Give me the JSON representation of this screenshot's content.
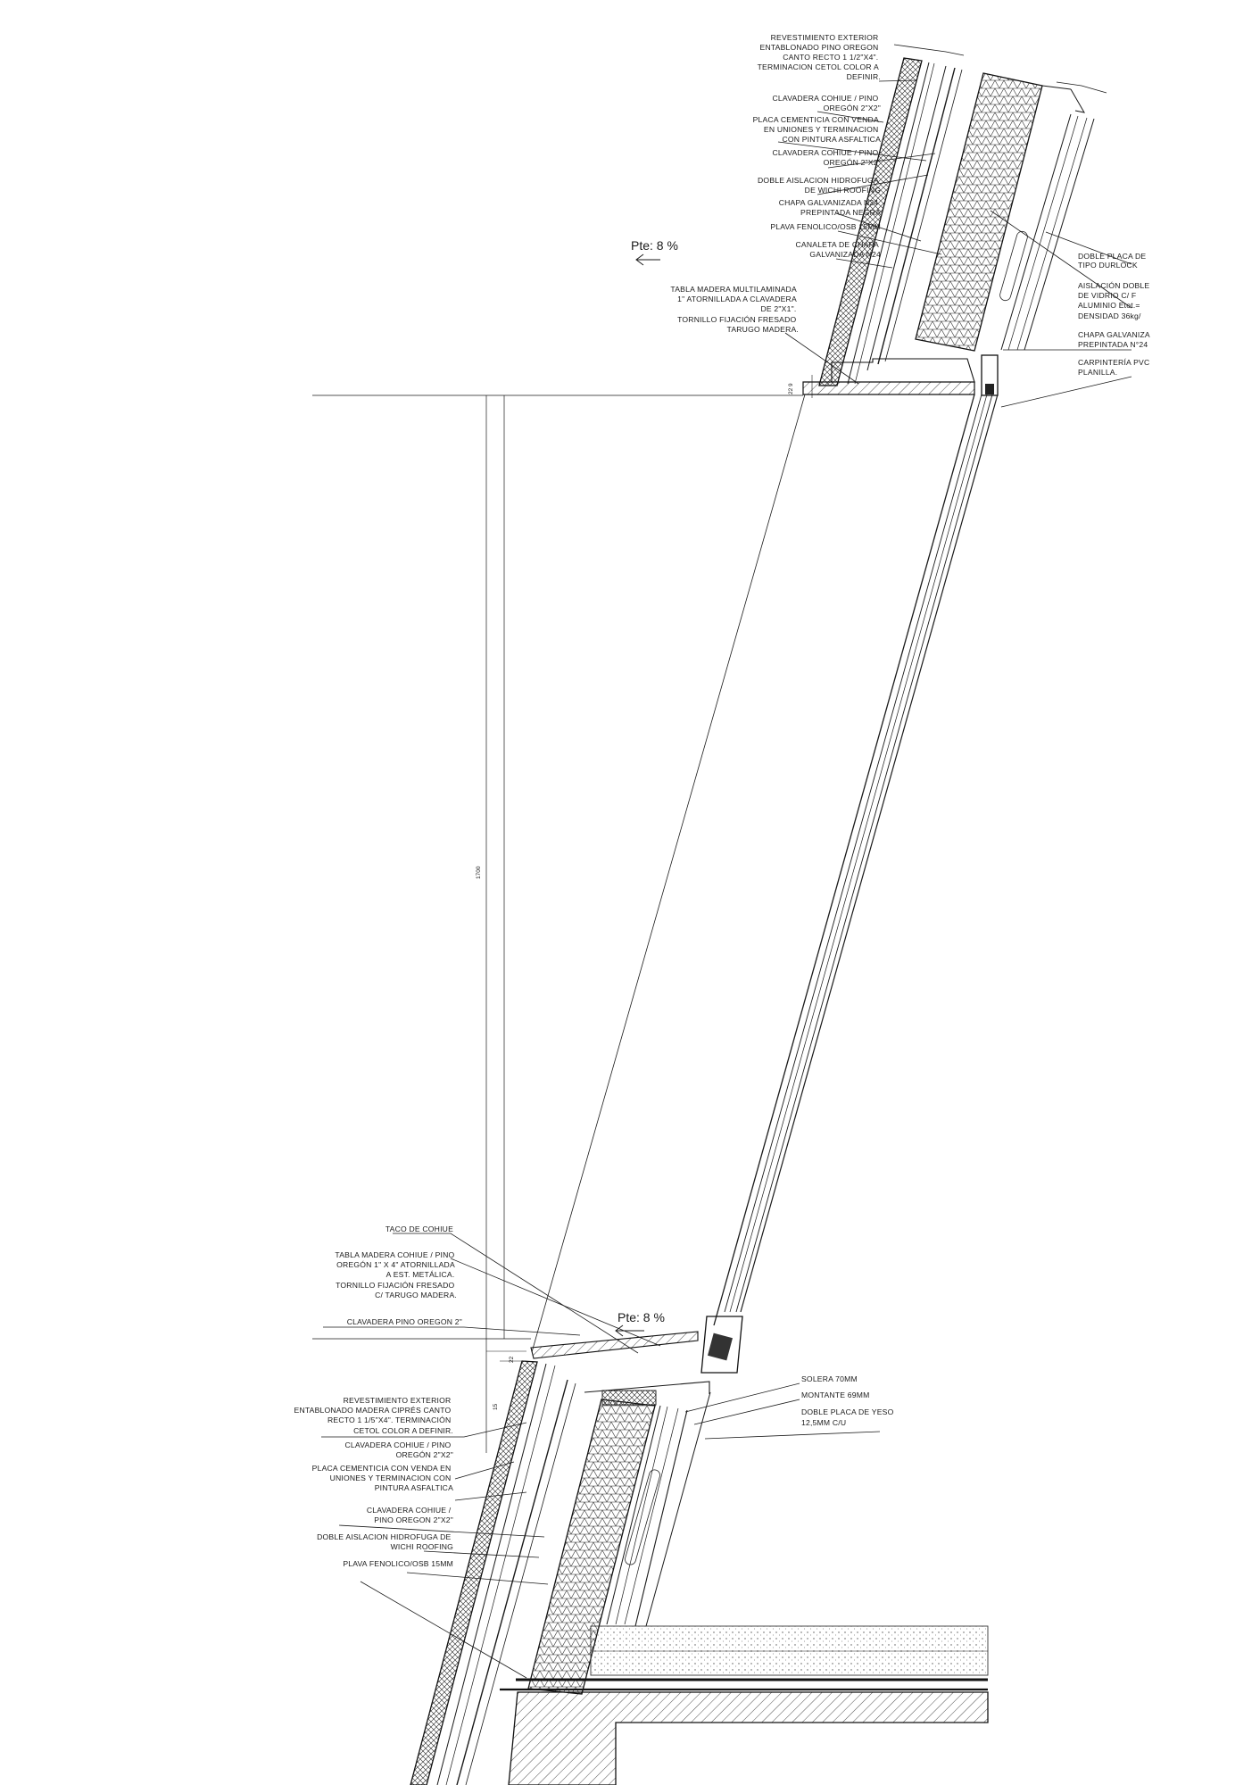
{
  "top_notes": [
    {
      "id": "revestimiento-top",
      "lines": [
        "REVESTIMIENTO EXTERIOR",
        "ENTABLONADO PINO OREGON",
        "CANTO RECTO 1 1/2\"X4\".",
        "TERMINACION CETOL COLOR A",
        "DEFINIR."
      ]
    },
    {
      "id": "clavadera-top-1",
      "lines": [
        "CLAVADERA COHIUE / PINO",
        "OREGÓN 2\"X2\""
      ]
    },
    {
      "id": "placa-cementicia-top",
      "lines": [
        "PLACA CEMENTICIA CON VENDA",
        "EN UNIONES Y TERMINACION",
        "CON PINTURA ASFALTICA"
      ]
    },
    {
      "id": "clavadera-top-2",
      "lines": [
        "CLAVADERA COHIUE / PINO",
        "OREGÓN 2\"X2\""
      ]
    },
    {
      "id": "aislacion-top",
      "lines": [
        "DOBLE AISLACION HIDROFUGA",
        "DE WICHI ROOFING"
      ]
    },
    {
      "id": "chapa-top",
      "lines": [
        "CHAPA GALVANIZADA N24",
        "PREPINTADA NEGRA"
      ]
    },
    {
      "id": "plava-top",
      "lines": [
        "PLAVA FENOLICO/OSB 15MM"
      ]
    },
    {
      "id": "canaleta-top",
      "lines": [
        "CANALETA DE CHAPA",
        "GALVANIZADA N24"
      ]
    },
    {
      "id": "tabla-top",
      "lines": [
        "TABLA MADERA MULTILAMINADA",
        "1\" ATORNILLADA A CLAVADERA",
        "DE 2\"X1\".",
        "TORNILLO FIJACIÓN FRESADO",
        "TARUGO MADERA."
      ]
    }
  ],
  "right_notes": [
    {
      "id": "doble-placa-right",
      "lines": [
        "DOBLE PLACA DE",
        "TIPO DURLOCK"
      ]
    },
    {
      "id": "aislacion-lana-right",
      "lines": [
        "AISLACIÓN DOBLE",
        "DE VIDRIO C/ F",
        "ALUMINIO Etot.=",
        "DENSIDAD 36kg/"
      ]
    },
    {
      "id": "chapa-right",
      "lines": [
        "CHAPA GALVANIZA",
        "PREPINTADA N°24"
      ]
    },
    {
      "id": "carpinteria-right",
      "lines": [
        "CARPINTERÍA PVC",
        "PLANILLA."
      ]
    }
  ],
  "bottom_notes": [
    {
      "id": "taco-cohiue",
      "lines": [
        "TACO DE COHIUE"
      ]
    },
    {
      "id": "tabla-bottom",
      "lines": [
        "TABLA MADERA COHIUE / PINO",
        "OREGÓN 1\" X 4\" ATORNILLADA",
        "A EST. METÁLICA.",
        "TORNILLO FIJACIÓN FRESADO",
        "C/ TARUGO MADERA."
      ]
    },
    {
      "id": "clavadera-pino-bottom",
      "lines": [
        "CLAVADERA PINO OREGON 2\""
      ]
    },
    {
      "id": "revestimiento-bottom",
      "lines": [
        "REVESTIMIENTO EXTERIOR",
        "ENTABLONADO MADERA CIPRÉS CANTO",
        "RECTO 1 1/5\"X4\". TERMINACIÓN",
        "CETOL COLOR A DEFINIR."
      ]
    },
    {
      "id": "clavadera-bottom-1",
      "lines": [
        "CLAVADERA COHIUE / PINO",
        "OREGÓN 2\"X2\""
      ]
    },
    {
      "id": "placa-cementicia-bottom",
      "lines": [
        "PLACA CEMENTICIA CON VENDA EN",
        "UNIONES Y TERMINACION CON",
        "PINTURA ASFALTICA"
      ]
    },
    {
      "id": "clavadera-bottom-2",
      "lines": [
        "CLAVADERA COHIUE /",
        "PINO OREGON 2\"X2\""
      ]
    },
    {
      "id": "aislacion-bottom",
      "lines": [
        "DOBLE AISLACION HIDROFUGA DE",
        "WICHI ROOFING"
      ]
    },
    {
      "id": "plava-bottom",
      "lines": [
        "PLAVA FENOLICO/OSB 15MM"
      ]
    }
  ],
  "inner_notes": [
    {
      "id": "solera",
      "lines": [
        "SOLERA 70MM"
      ]
    },
    {
      "id": "montante",
      "lines": [
        "MONTANTE 69MM"
      ]
    },
    {
      "id": "doble-placa-yeso",
      "lines": [
        "DOBLE PLACA DE YESO",
        "12,5MM C/U"
      ]
    }
  ],
  "slope_labels": {
    "top": "Pte: 8 %",
    "bottom": "Pte: 8 %"
  },
  "dimensions": {
    "window_height": "1700",
    "top_sill": "22 9",
    "bottom_sill": "22",
    "bottom_offset": "15"
  }
}
